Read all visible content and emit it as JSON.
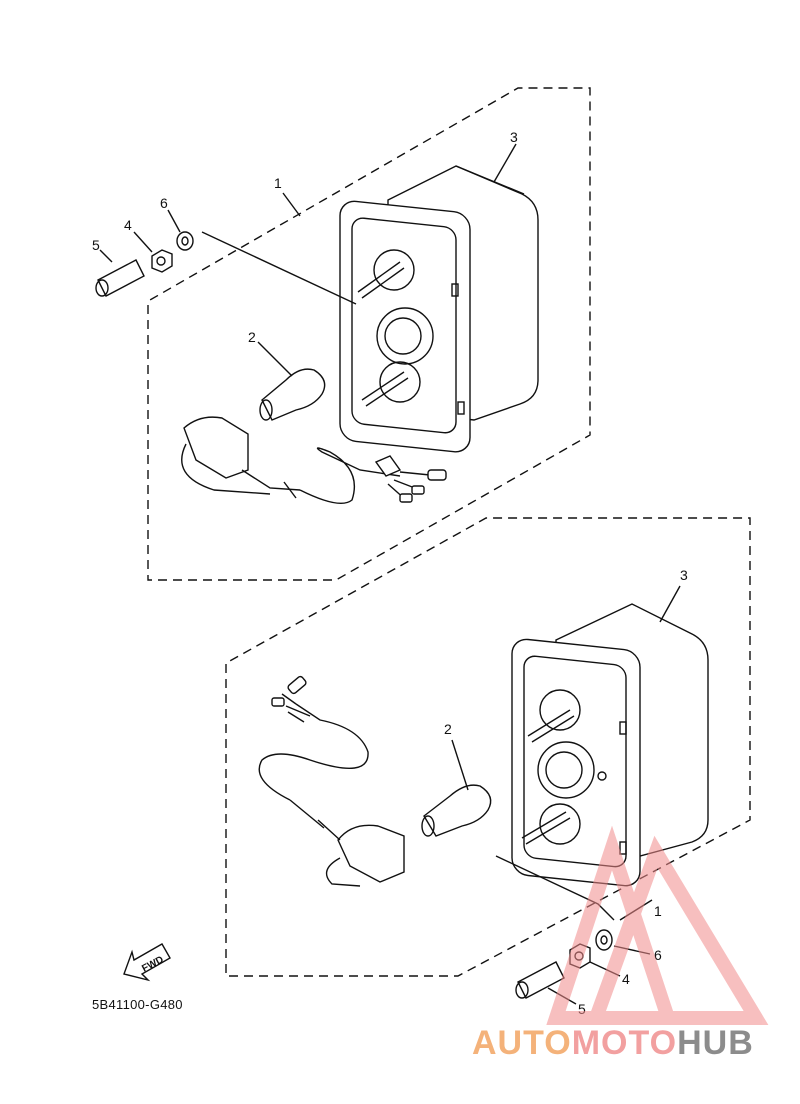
{
  "diagram": {
    "part_code": "5B41100-G480",
    "fwd_label": "FWD",
    "upper_callouts": [
      "1",
      "2",
      "3",
      "4",
      "5",
      "6"
    ],
    "lower_callouts": [
      "1",
      "2",
      "3",
      "4",
      "5",
      "6"
    ]
  },
  "watermark": {
    "part1": "AUTO",
    "part2": "MOTO",
    "part3": "HUB",
    "colors": {
      "auto": "#f4b27a",
      "moto": "#f2a0a0",
      "hub": "#8c8c8c",
      "triangle": "#f28c8c"
    }
  }
}
